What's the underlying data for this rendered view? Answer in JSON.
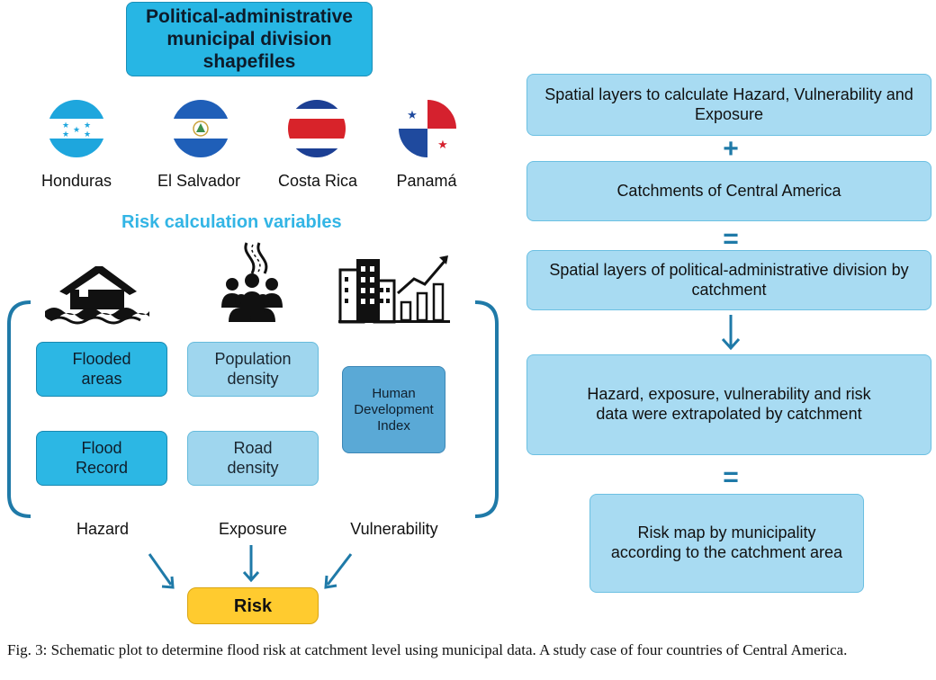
{
  "title": "Political-administrative municipal division shapefiles",
  "countries": [
    {
      "name": "Honduras",
      "flag": "honduras-flag"
    },
    {
      "name": "El Salvador",
      "flag": "el-salvador-flag"
    },
    {
      "name": "Costa Rica",
      "flag": "costa-rica-flag"
    },
    {
      "name": "Panamá",
      "flag": "panama-flag"
    }
  ],
  "risk_variables_title": "Risk calculation variables",
  "hazard": {
    "label": "Hazard",
    "icon": "flooded-house-icon",
    "items": [
      "Flooded areas",
      "Flood Record"
    ]
  },
  "exposure": {
    "label": "Exposure",
    "icon": "population-road-icon",
    "items": [
      "Population density",
      "Road density"
    ]
  },
  "vulnerability": {
    "label": "Vulnerability",
    "icon": "city-growth-icon",
    "items": [
      "Human Development Index"
    ]
  },
  "risk": "Risk",
  "flow": {
    "step1": "Spatial layers to calculate Hazard, Vulnerability and Exposure",
    "op1": "+",
    "step2": "Catchments of Central America",
    "op2": "=",
    "step3": "Spatial layers of political-administrative division by catchment",
    "step4": "Hazard, exposure, vulnerability and risk data were extrapolated by catchment",
    "op3": "=",
    "step5": "Risk map by municipality according to the catchment area"
  },
  "caption": "Fig. 3: Schematic plot to determine flood risk at catchment level using municipal data. A study case of four countries of Central America.",
  "colors": {
    "title_box": "#27b6e4",
    "right_box": "#a8dbf2",
    "dark_box": "#2cb7e4",
    "light_box": "#9fd6ee",
    "hdi_box": "#5aa9d6",
    "risk_box": "#ffcb2f",
    "arrow": "#1f7aa8",
    "subtitle": "#33b5e5"
  }
}
